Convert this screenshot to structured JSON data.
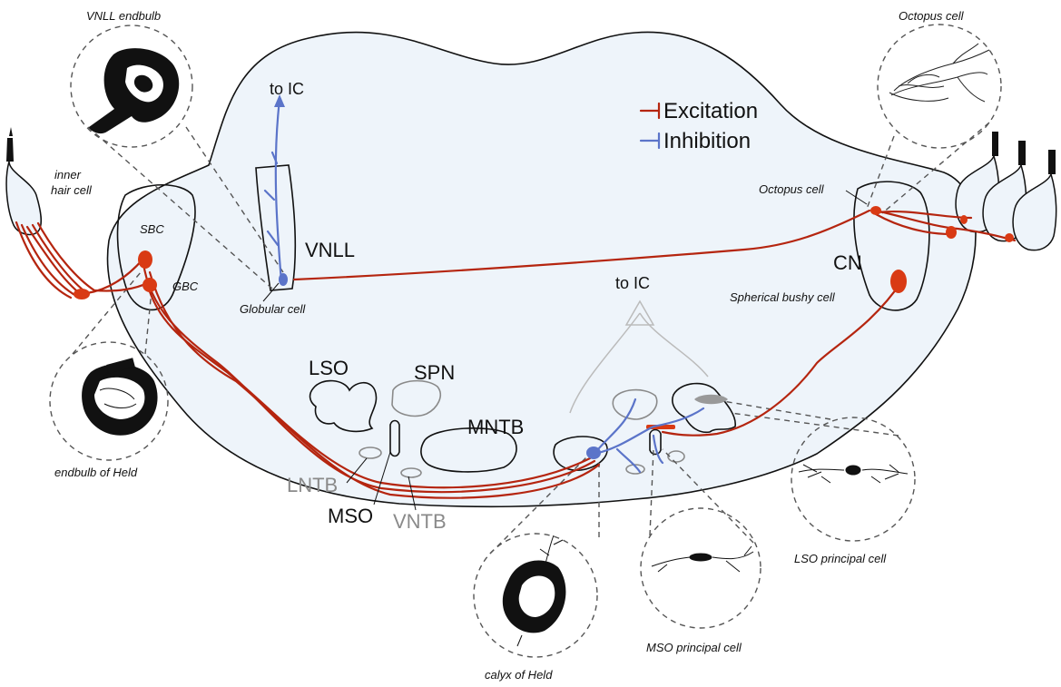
{
  "labels": {
    "vnll_endbulb": "VNLL endbulb",
    "octopus_cell_top": "Octopus cell",
    "inner_hair_cell_1": "inner",
    "inner_hair_cell_2": "hair cell",
    "endbulb_of_held": "endbulb of Held",
    "calyx_of_held": "calyx of Held",
    "mso_principal_cell": "MSO principal cell",
    "lso_principal_cell": "LSO principal cell",
    "octopus_cell": "Octopus cell",
    "spherical_bushy_cell": "Spherical bushy cell",
    "globular_cell": "Globular cell",
    "sbc": "SBC",
    "gbc": "GBC",
    "to_ic_left": "to IC",
    "to_ic_right": "to IC",
    "vnll": "VNLL",
    "cn": "CN",
    "lso": "LSO",
    "spn": "SPN",
    "mntb": "MNTB",
    "lntb": "LNTB",
    "mso": "MSO",
    "vntb": "VNTB"
  },
  "legend": {
    "excitation": "Excitation",
    "inhibition": "Inhibition"
  },
  "colors": {
    "excitation": "#b5250f",
    "inhibition": "#5b74c9",
    "tissue": "#eef4fa",
    "inactive": "#8a8a8a"
  }
}
